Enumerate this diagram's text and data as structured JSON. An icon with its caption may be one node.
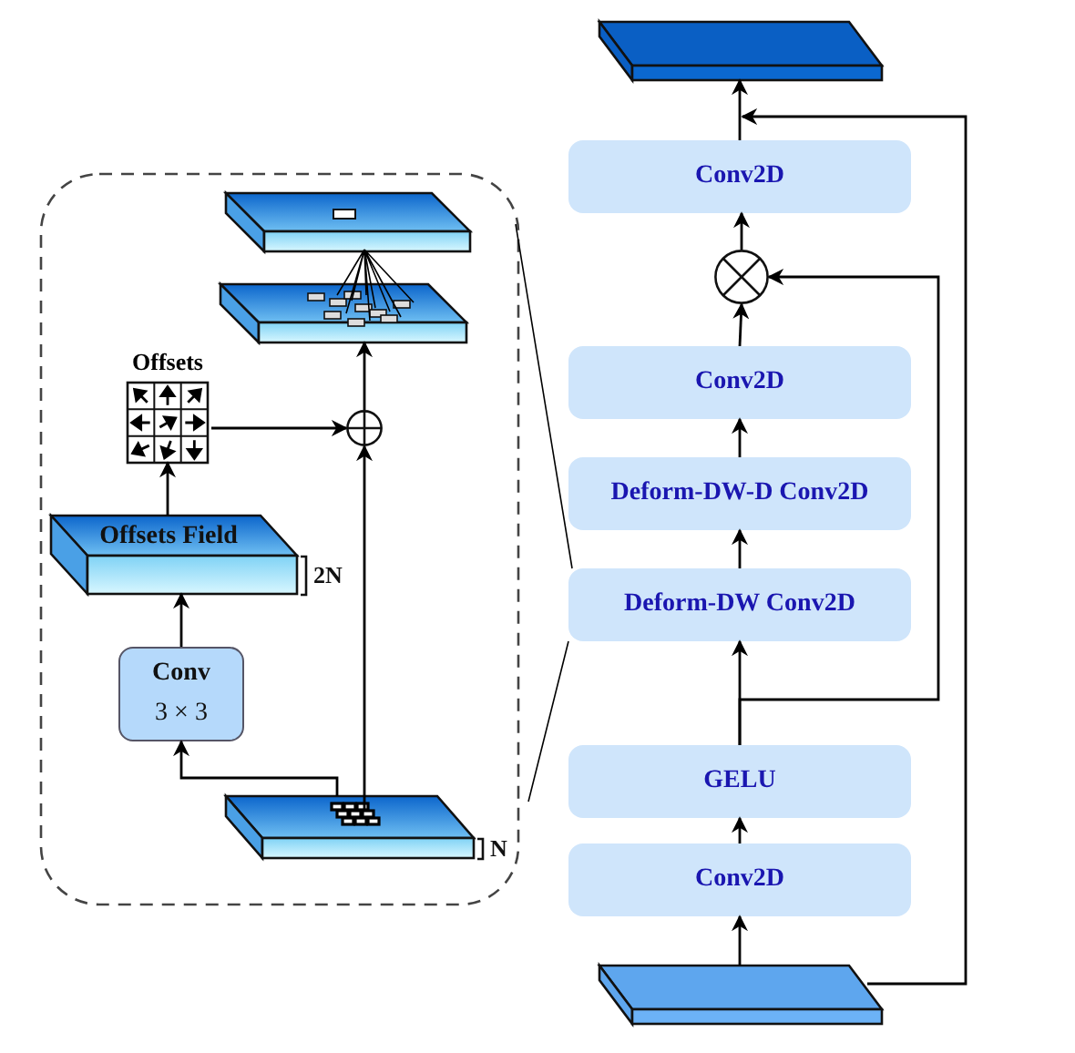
{
  "diagram": {
    "nodes": [
      {
        "text": [],
        "shape": "box"
      },
      {
        "text": [],
        "shape": "box",
        "in": 0
      },
      {
        "text": [],
        "shape": "box",
        "in": 0
      },
      {
        "text": [
          "Offsets"
        ],
        "in": 0
      },
      {
        "text": [],
        "shape": "circle",
        "in": 0
      },
      {
        "text": [
          "Offsets Field"
        ],
        "beside": [
          "2N"
        ],
        "in": 0
      },
      {
        "text": [
          "Conv",
          "3 × 3"
        ],
        "in": 0
      },
      {
        "text": [],
        "shape": "box",
        "beside": [
          "N"
        ],
        "in": 0
      },
      {
        "text": [],
        "shape": "box"
      },
      {
        "text": [
          "Conv2D"
        ]
      },
      {
        "text": [],
        "shape": "circle"
      },
      {
        "text": [
          "Conv2D"
        ]
      },
      {
        "text": [
          "Deform-DW-D Conv2D"
        ]
      },
      {
        "text": [
          "Deform-DW Conv2D"
        ]
      },
      {
        "text": [
          "GELU"
        ]
      },
      {
        "text": [
          "Conv2D"
        ]
      },
      {
        "text": [],
        "shape": "box"
      }
    ],
    "edges": [
      {
        "from": 7,
        "to": 6,
        "arrow": "to"
      },
      {
        "from": 6,
        "to": 5,
        "arrow": "to"
      },
      {
        "from": 5,
        "to": 3,
        "arrow": "to"
      },
      {
        "from": 3,
        "to": 4,
        "arrow": "to"
      },
      {
        "from": 7,
        "to": 4,
        "arrow": "to"
      },
      {
        "from": 4,
        "to": 2,
        "arrow": "to"
      },
      {
        "from": 2,
        "to": 1,
        "arrow": "none"
      },
      {
        "from": 16,
        "to": 15,
        "arrow": "to"
      },
      {
        "from": 15,
        "to": 14,
        "arrow": "to"
      },
      {
        "from": 14,
        "to": 13,
        "arrow": "to"
      },
      {
        "from": 14,
        "to": 10,
        "arrow": "to"
      },
      {
        "from": 13,
        "to": 12,
        "arrow": "to"
      },
      {
        "from": 12,
        "to": 11,
        "arrow": "to"
      },
      {
        "from": 11,
        "to": 10,
        "arrow": "to"
      },
      {
        "from": 10,
        "to": 9,
        "arrow": "to"
      },
      {
        "from": 9,
        "to": 8,
        "arrow": "to"
      },
      {
        "from": 16,
        "to": 8,
        "arrow": "to"
      },
      {
        "from": 0,
        "to": 13,
        "arrow": "none"
      }
    ]
  }
}
